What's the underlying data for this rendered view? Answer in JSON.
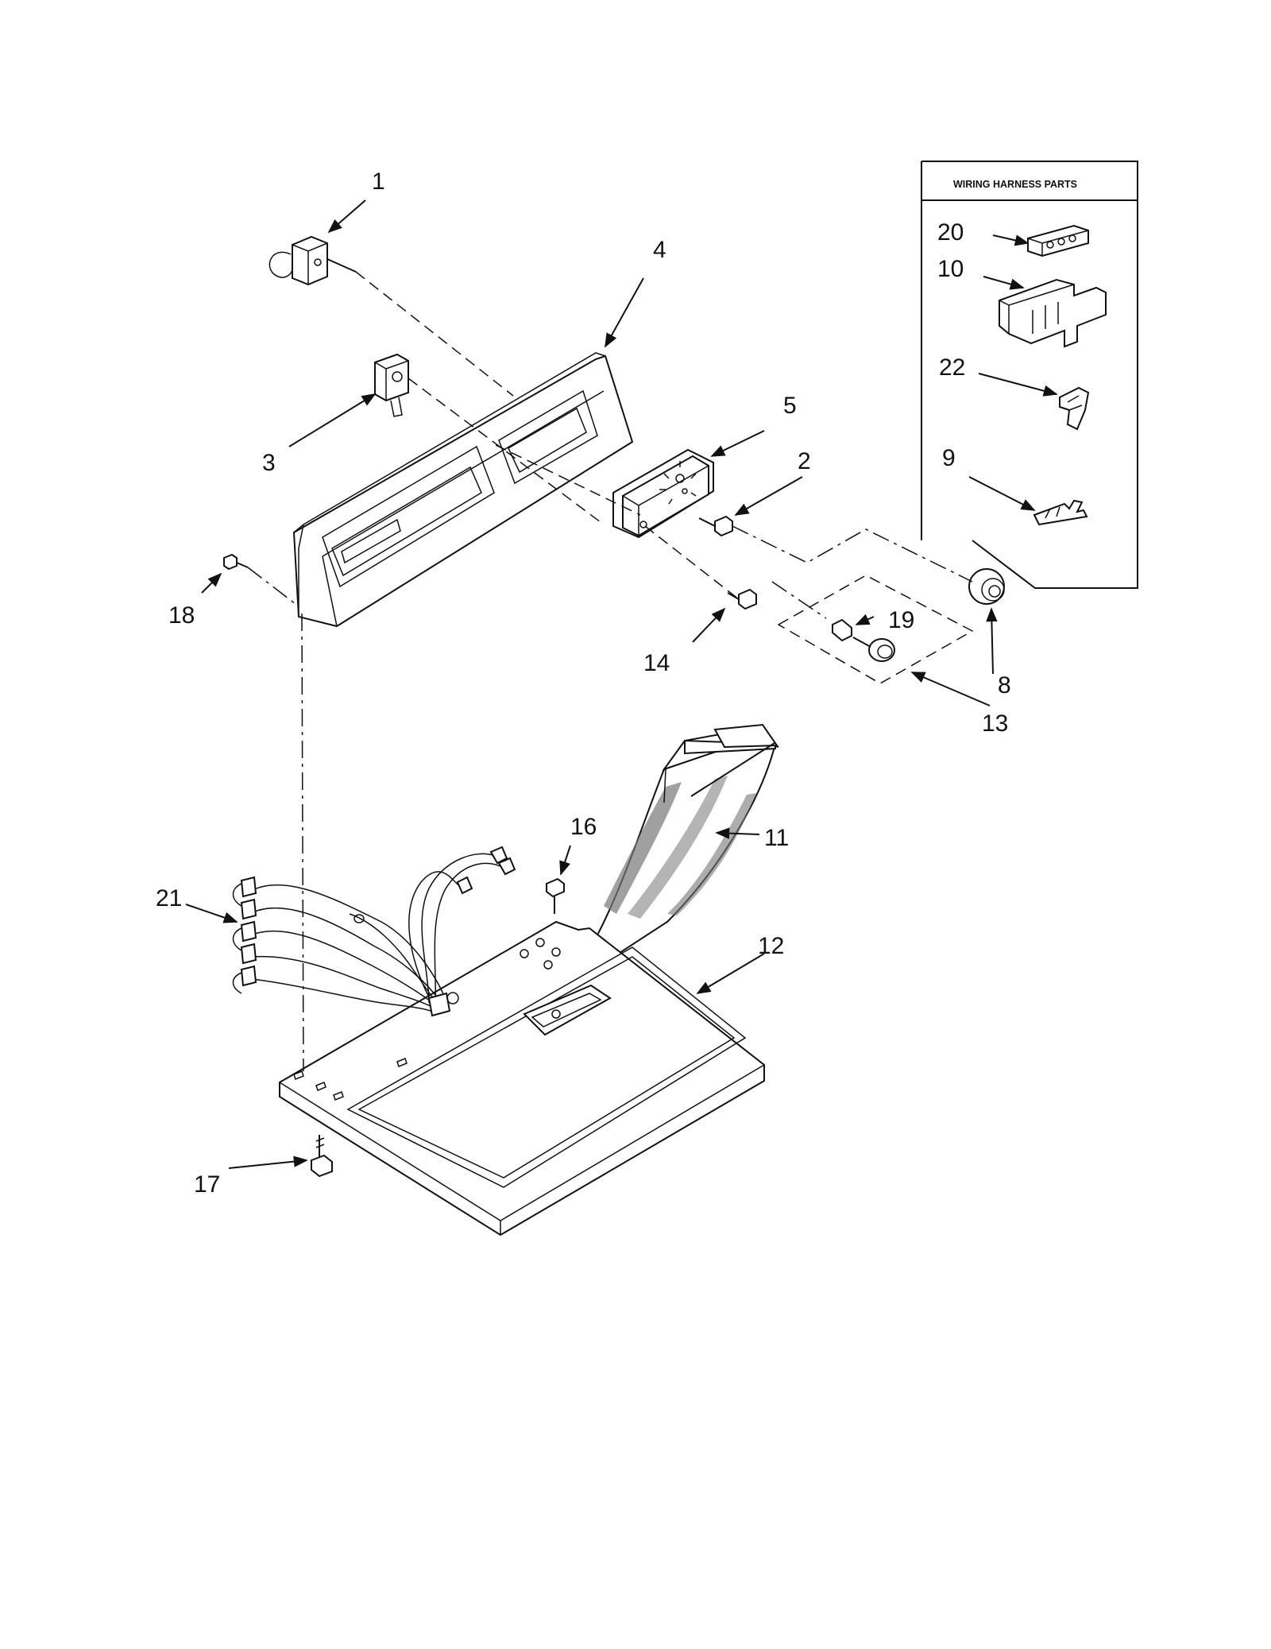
{
  "inset": {
    "title": "WIRING HARNESS PARTS"
  },
  "callouts": {
    "c1": "1",
    "c2": "2",
    "c3": "3",
    "c4": "4",
    "c5": "5",
    "c8": "8",
    "c9": "9",
    "c10": "10",
    "c11": "11",
    "c12": "12",
    "c13": "13",
    "c14": "14",
    "c16": "16",
    "c17": "17",
    "c18": "18",
    "c19": "19",
    "c20": "20",
    "c21": "21",
    "c22": "22"
  }
}
